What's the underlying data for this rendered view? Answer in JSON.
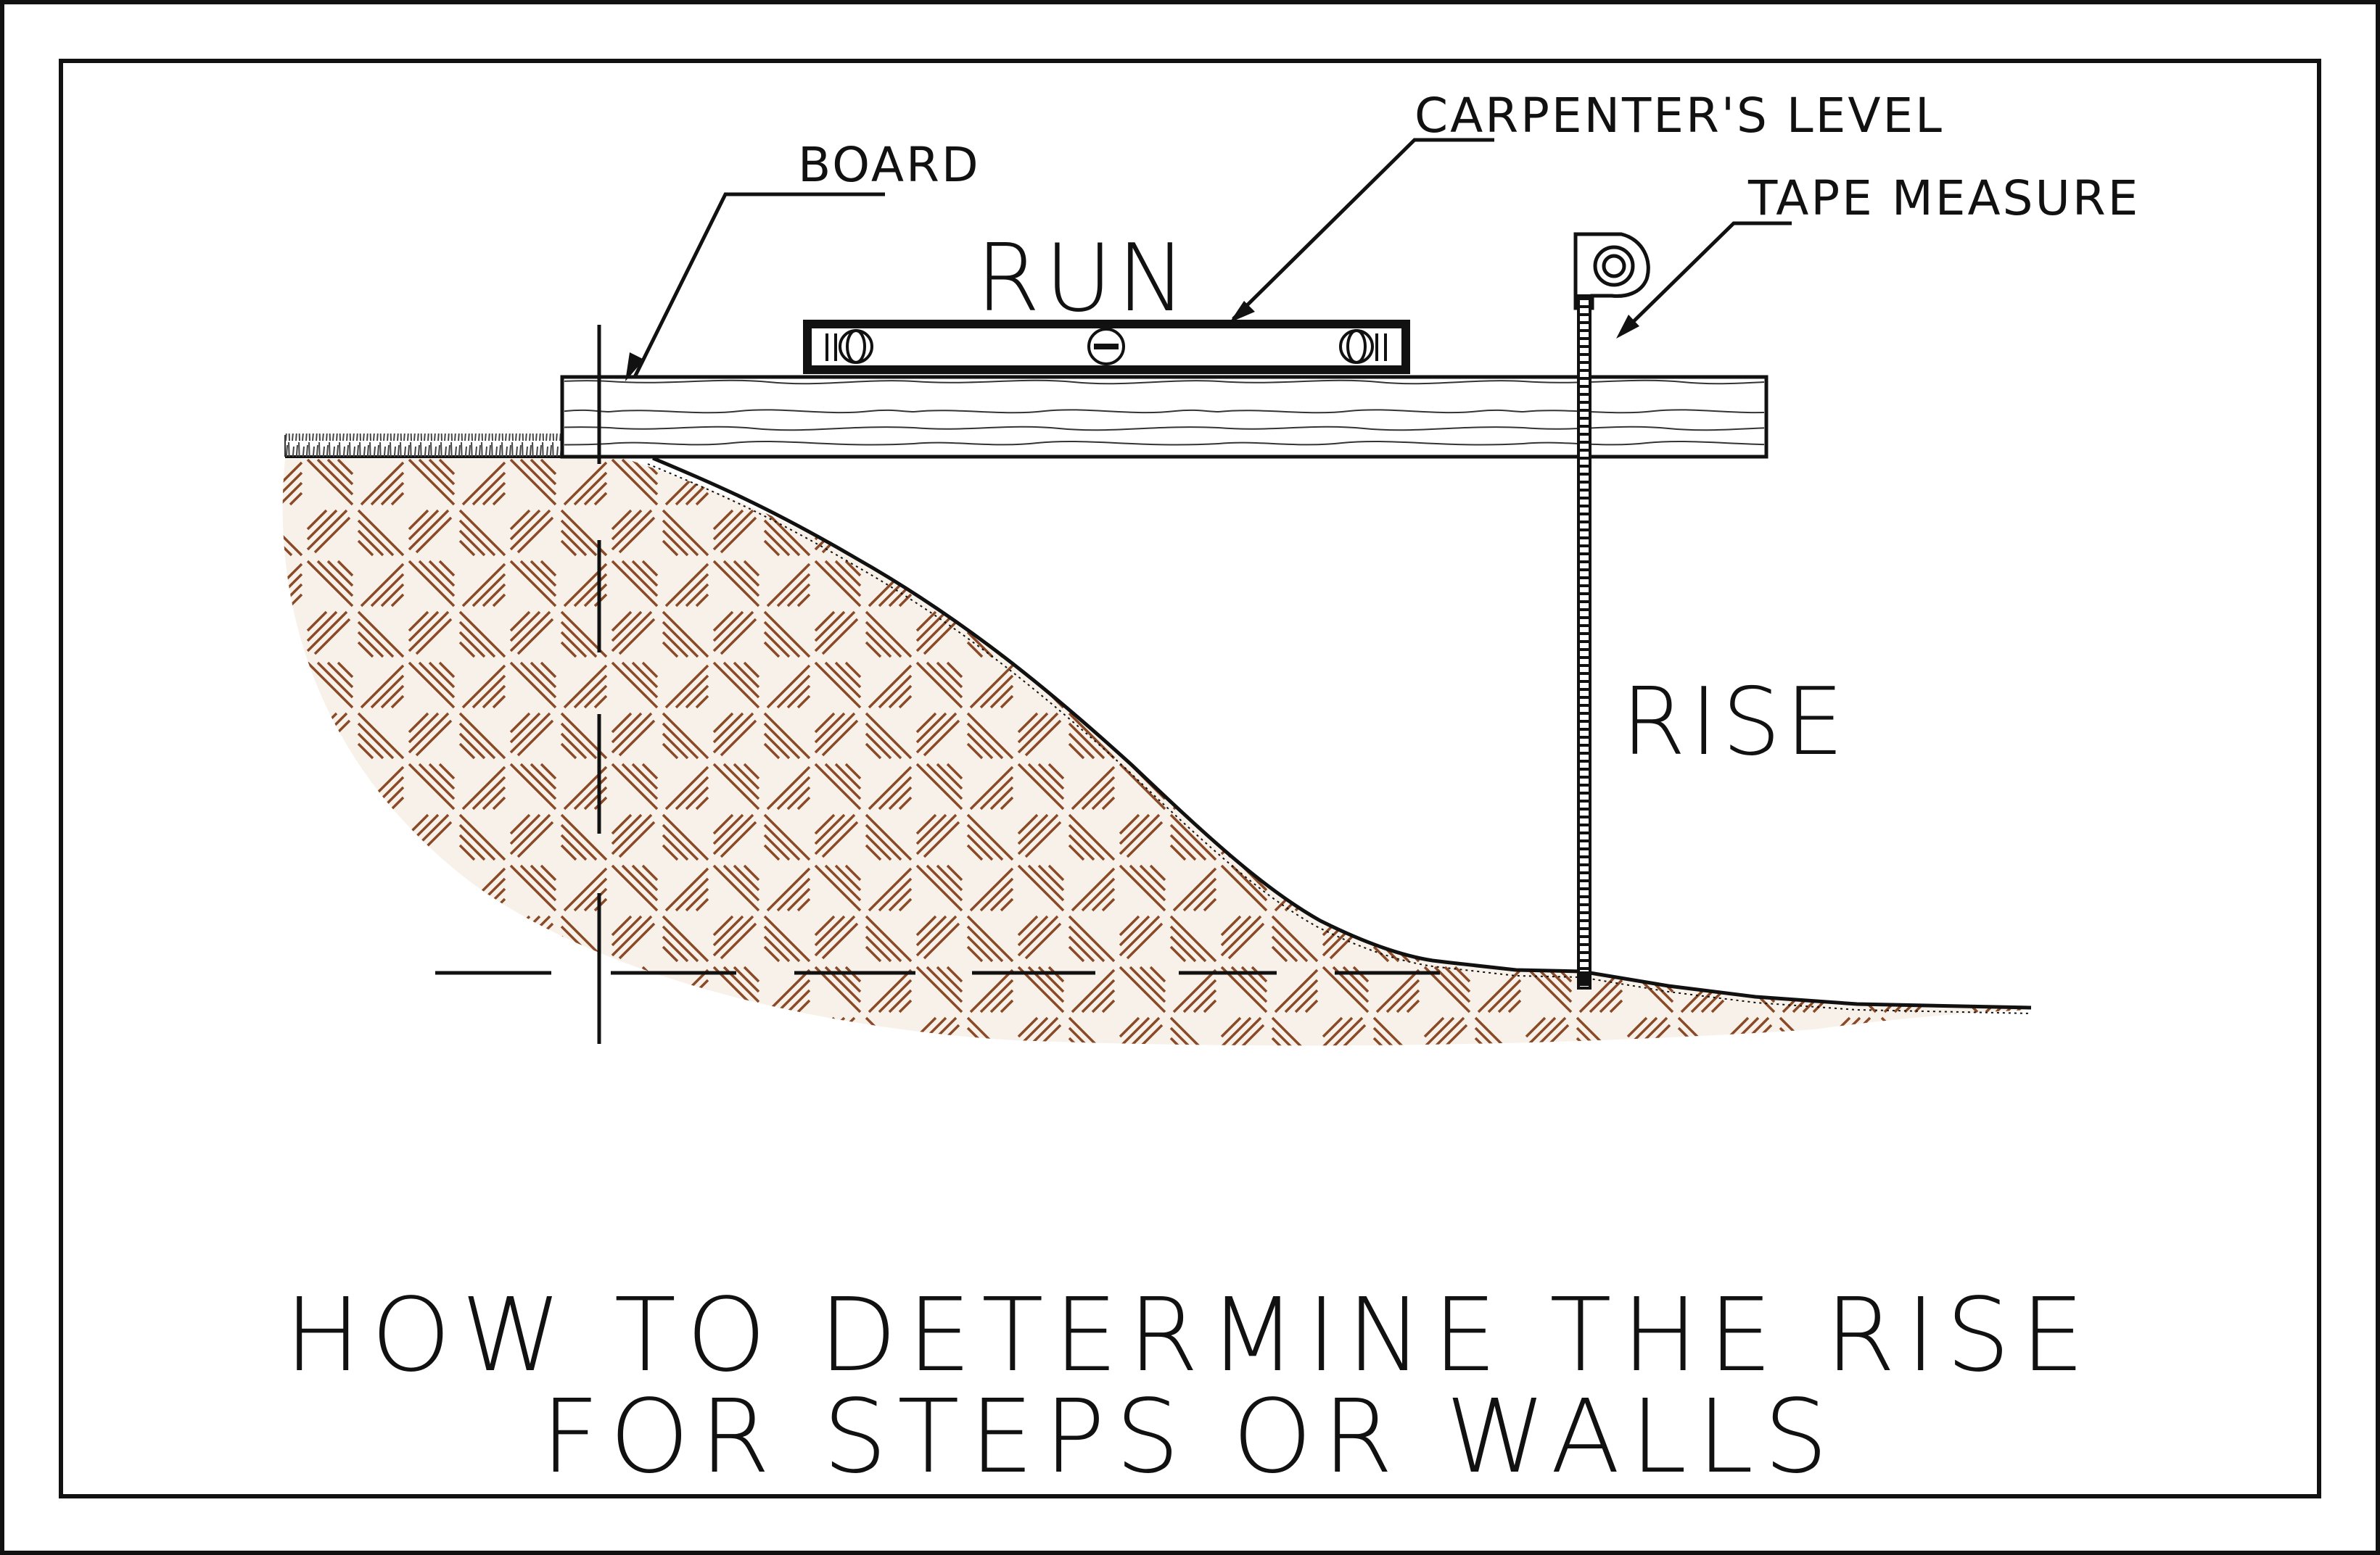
{
  "labels": {
    "board": "BOARD",
    "carpenters_level": "CARPENTER'S LEVEL",
    "tape_measure": "TAPE MEASURE",
    "run": "RUN",
    "rise": "RISE"
  },
  "title": {
    "line1": "HOW TO DETERMINE THE RISE",
    "line2": "FOR STEPS OR WALLS"
  },
  "colors": {
    "outline": "#111111",
    "soil_hatch": "#8a4a28",
    "background": "#ffffff"
  }
}
